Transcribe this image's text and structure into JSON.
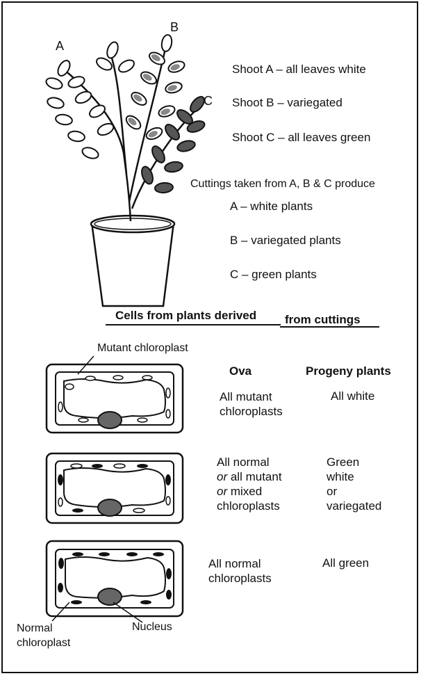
{
  "shoot_labels": {
    "a": "A",
    "b": "B",
    "c": "C"
  },
  "shoots": [
    "Shoot A – all leaves white",
    "Shoot B – variegated",
    "Shoot C – all leaves green"
  ],
  "cuttings": {
    "heading": "Cuttings taken from A, B & C produce",
    "results": [
      "A – white plants",
      "B – variegated plants",
      "C – green plants"
    ]
  },
  "cells_title_part1": "Cells from plants derived",
  "cells_title_part2": "from cuttings",
  "columns": {
    "ova": "Ova",
    "progeny": "Progeny plants"
  },
  "rows": [
    {
      "ova": "All mutant\nchloroplasts",
      "progeny": "All white"
    },
    {
      "ova_line1": "All normal",
      "ova_or1": "or",
      "ova_line2": " all mutant",
      "ova_or2": "or",
      "ova_line3": " mixed",
      "ova_line4": "chloroplasts",
      "progeny": "Green\nwhite\nor\nvariegated"
    },
    {
      "ova": "All normal\nchloroplasts",
      "progeny": "All green"
    }
  ],
  "callouts": {
    "mutant": "Mutant chloroplast",
    "normal": "Normal\nchloroplast",
    "nucleus": "Nucleus"
  }
}
